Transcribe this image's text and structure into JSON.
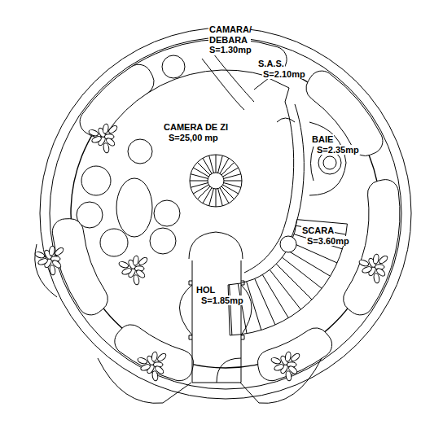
{
  "diagram": {
    "nodes": [
      {
        "text": [
          "CAMARA/ DEBARA",
          "S=1.30mp"
        ]
      },
      {
        "text": [
          "S.A.S.",
          "S=2.10mp"
        ]
      },
      {
        "text": [
          "CAMERA DE ZI",
          "S=25,00 mp"
        ]
      },
      {
        "text": [
          "BAIE",
          "S=2.35mp"
        ]
      },
      {
        "text": [
          "SCARA",
          "S=3.60mp"
        ]
      },
      {
        "text": [
          "HOL",
          "S=1.85mp"
        ]
      }
    ]
  }
}
